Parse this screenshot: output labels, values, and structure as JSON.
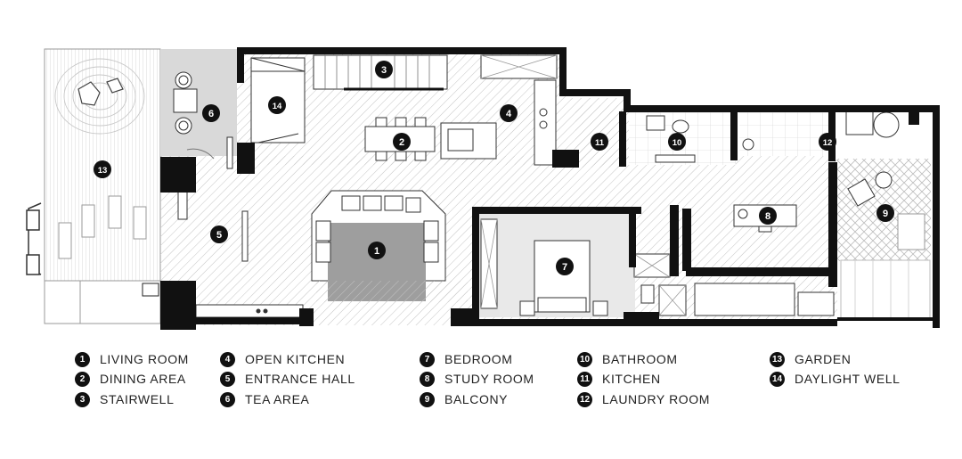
{
  "legend": [
    {
      "num": "1",
      "label": "LIVING ROOM"
    },
    {
      "num": "2",
      "label": "DINING AREA"
    },
    {
      "num": "3",
      "label": "STAIRWELL"
    },
    {
      "num": "4",
      "label": "OPEN KITCHEN"
    },
    {
      "num": "5",
      "label": "ENTRANCE HALL"
    },
    {
      "num": "6",
      "label": "TEA AREA"
    },
    {
      "num": "7",
      "label": "BEDROOM"
    },
    {
      "num": "8",
      "label": "STUDY ROOM"
    },
    {
      "num": "9",
      "label": "BALCONY"
    },
    {
      "num": "10",
      "label": "BATHROOM"
    },
    {
      "num": "11",
      "label": "KITCHEN"
    },
    {
      "num": "12",
      "label": "LAUNDRY ROOM"
    },
    {
      "num": "13",
      "label": "GARDEN"
    },
    {
      "num": "14",
      "label": "DAYLIGHT WELL"
    }
  ],
  "colors": {
    "wall": "#111111",
    "hatch": "#bdbdbd",
    "living_rug": "#9e9e9e",
    "tea_area": "#d9d9d9",
    "bedroom_floor": "#e6e6e6"
  }
}
